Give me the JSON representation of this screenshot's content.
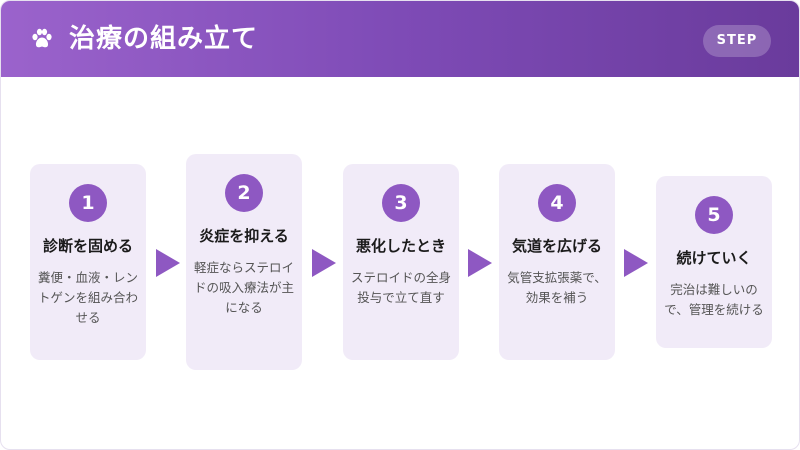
{
  "header": {
    "icon": "paw-icon",
    "title": "治療の組み立て",
    "badge": "STEP"
  },
  "colors": {
    "header_start": "#9b63cc",
    "header_end": "#6a3b9c",
    "accent": "#8e58c2",
    "card_bg": "#f1ebf8"
  },
  "steps": [
    {
      "number": "1",
      "title": "診断を固める",
      "description": "糞便・血液・レントゲンを組み合わせる"
    },
    {
      "number": "2",
      "title": "炎症を抑える",
      "description": "軽症ならステロイドの吸入療法が主になる"
    },
    {
      "number": "3",
      "title": "悪化したとき",
      "description": "ステロイドの全身投与で立て直す"
    },
    {
      "number": "4",
      "title": "気道を広げる",
      "description": "気管支拡張薬で、効果を補う"
    },
    {
      "number": "5",
      "title": "続けていく",
      "description": "完治は難しいので、管理を続ける"
    }
  ]
}
